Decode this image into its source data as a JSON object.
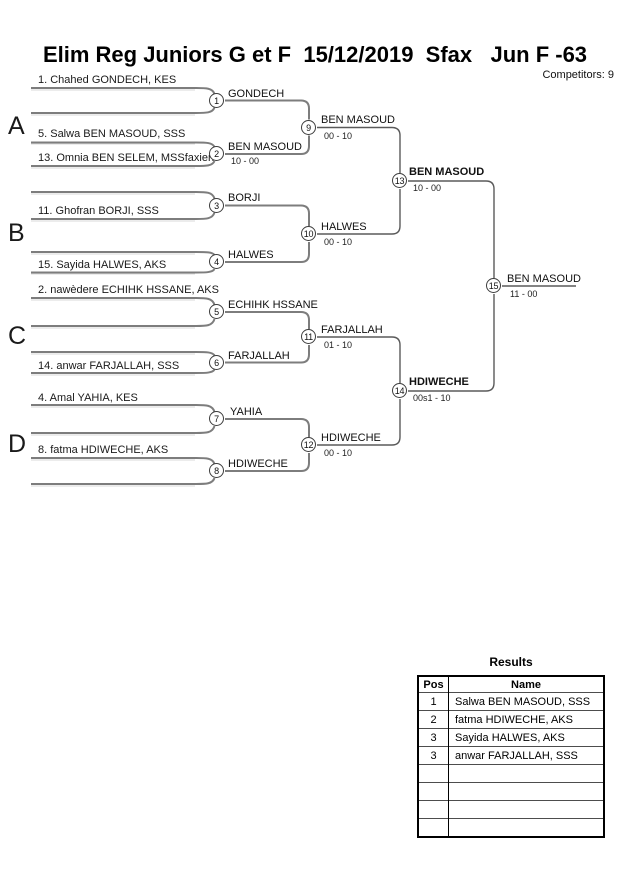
{
  "header": {
    "title": "Elim Reg Juniors G et F  15/12/2019  Sfax   Jun F -63",
    "competitors": "Competitors: 9"
  },
  "groups": [
    {
      "label": "A"
    },
    {
      "label": "B"
    },
    {
      "label": "C"
    },
    {
      "label": "D"
    }
  ],
  "entries": [
    {
      "name": "1. Chahed GONDECH, KES"
    },
    {
      "name": "5. Salwa BEN MASOUD, SSS"
    },
    {
      "name": "13. Omnia BEN SELEM, MSSfaxien"
    },
    {
      "name": "11. Ghofran BORJI, SSS"
    },
    {
      "name": "15. Sayida HALWES, AKS"
    },
    {
      "name": "2. nawèdere ECHIHK HSSANE, AKS"
    },
    {
      "name": "14. anwar FARJALLAH, SSS"
    },
    {
      "name": "4. Amal YAHIA, KES"
    },
    {
      "name": "8. fatma HDIWECHE, AKS"
    }
  ],
  "matches": [
    {
      "num": "1",
      "winner": "GONDECH",
      "score": ""
    },
    {
      "num": "2",
      "winner": "BEN MASOUD",
      "score": "10 - 00"
    },
    {
      "num": "3",
      "winner": "BORJI",
      "score": ""
    },
    {
      "num": "4",
      "winner": "HALWES",
      "score": ""
    },
    {
      "num": "5",
      "winner": "ECHIHK HSSANE",
      "score": ""
    },
    {
      "num": "6",
      "winner": "FARJALLAH",
      "score": ""
    },
    {
      "num": "7",
      "winner": "YAHIA",
      "score": ""
    },
    {
      "num": "8",
      "winner": "HDIWECHE",
      "score": ""
    },
    {
      "num": "9",
      "winner": "BEN MASOUD",
      "score": "00 - 10"
    },
    {
      "num": "10",
      "winner": "HALWES",
      "score": "00 - 10"
    },
    {
      "num": "11",
      "winner": "FARJALLAH",
      "score": "01 - 10"
    },
    {
      "num": "12",
      "winner": "HDIWECHE",
      "score": "00 - 10"
    },
    {
      "num": "13",
      "winner": "BEN MASOUD",
      "score": "10 - 00"
    },
    {
      "num": "14",
      "winner": "HDIWECHE",
      "score": "00s1 - 10"
    },
    {
      "num": "15",
      "winner": "BEN MASOUD",
      "score": "11 - 00"
    }
  ],
  "results": {
    "heading": "Results",
    "columns": [
      "Pos",
      "Name"
    ],
    "rows": [
      {
        "pos": "1",
        "name": "Salwa BEN MASOUD, SSS"
      },
      {
        "pos": "2",
        "name": "fatma HDIWECHE, AKS"
      },
      {
        "pos": "3",
        "name": "Sayida HALWES, AKS"
      },
      {
        "pos": "3",
        "name": "anwar FARJALLAH, SSS"
      },
      {
        "pos": "",
        "name": ""
      },
      {
        "pos": "",
        "name": ""
      },
      {
        "pos": "",
        "name": ""
      },
      {
        "pos": "",
        "name": ""
      }
    ]
  },
  "colors": {
    "round1_line": "#7d7d7d",
    "round2_line": "#5a5a5a",
    "text": "#000000"
  }
}
